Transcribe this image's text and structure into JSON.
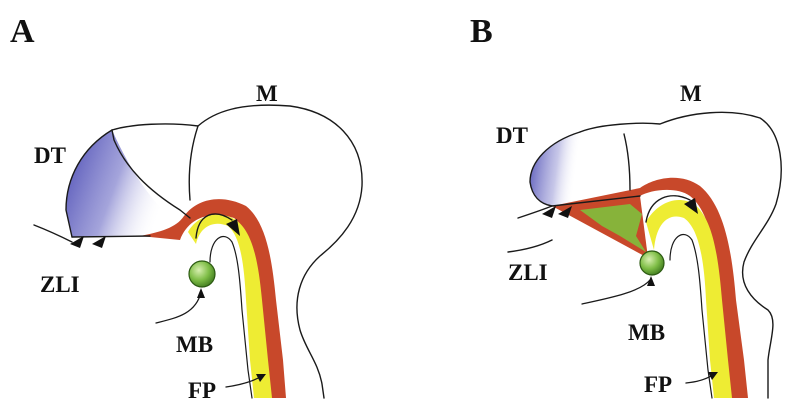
{
  "panels": [
    {
      "letter": "A",
      "labels": {
        "top": "M",
        "left_region": "DT",
        "boundary": "ZLI",
        "cell": "MB",
        "plate": "FP"
      }
    },
    {
      "letter": "B",
      "labels": {
        "top": "M",
        "left_region": "DT",
        "boundary": "ZLI",
        "cell": "MB",
        "plate": "FP"
      }
    }
  ],
  "colors": {
    "diencephalon_shading": "#3d3dae",
    "outer_band": "#c8482a",
    "inner_band": "#eeec33",
    "cell_fill": "#6fae3c",
    "green_wedge": "#7fbf3c",
    "outline": "#1a1a1a"
  },
  "icons": [
    "arrowhead-icon",
    "curved-arrow-icon",
    "pointer-arrow-icon"
  ]
}
